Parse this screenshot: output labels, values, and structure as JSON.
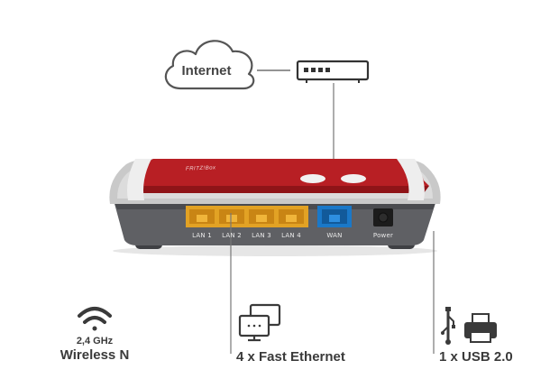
{
  "internet": {
    "label": "Internet"
  },
  "router": {
    "brand": "FRITZ!Box",
    "ports": [
      "LAN 1",
      "LAN 2",
      "LAN 3",
      "LAN 4",
      "WAN",
      "Power"
    ]
  },
  "features": {
    "wireless": {
      "band": "2,4 GHz",
      "standard": "Wireless N"
    },
    "ethernet": {
      "label": "4 x Fast Ethernet"
    },
    "usb": {
      "label": "1 x USB 2.0"
    }
  },
  "colors": {
    "router_red": "#b81f24",
    "router_silver": "#c9c9c9",
    "router_body_dark": "#5f6064",
    "lan_port_yellow": "#e2a224",
    "wan_port_blue": "#1a78c8",
    "line_gray": "#666666"
  }
}
